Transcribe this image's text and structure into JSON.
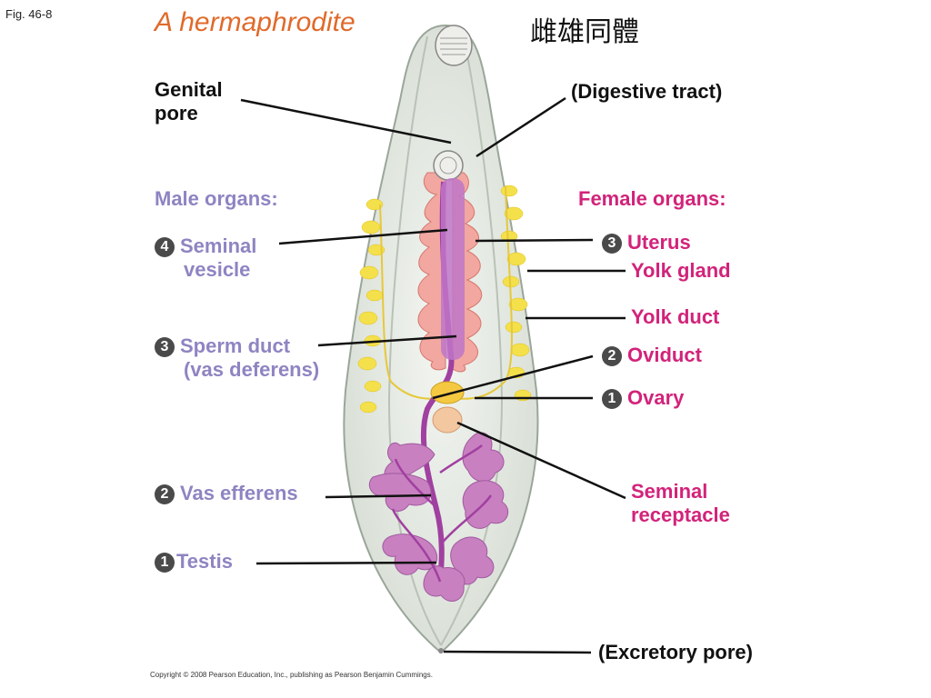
{
  "fig_label": "Fig. 46-8",
  "title": "A hermaphrodite",
  "title_cjk": "雌雄同體",
  "labels": {
    "genital_pore": [
      "Genital",
      "pore"
    ],
    "digestive_tract": "(Digestive tract)",
    "male_heading": "Male organs:",
    "female_heading": "Female organs:",
    "seminal_vesicle": {
      "num": "4",
      "lines": [
        "Seminal",
        "vesicle"
      ]
    },
    "sperm_duct": {
      "num": "3",
      "lines": [
        "Sperm duct",
        "(vas deferens)"
      ]
    },
    "vas_efferens": {
      "num": "2",
      "text": "Vas efferens"
    },
    "testis": {
      "num": "1",
      "text": "Testis"
    },
    "uterus": {
      "num": "3",
      "text": "Uterus"
    },
    "yolk_gland": "Yolk gland",
    "yolk_duct": "Yolk duct",
    "oviduct": {
      "num": "2",
      "text": "Oviduct"
    },
    "ovary": {
      "num": "1",
      "text": "Ovary"
    },
    "seminal_receptacle": [
      "Seminal",
      "receptacle"
    ],
    "excretory_pore": "(Excretory pore)"
  },
  "copyright": "Copyright © 2008 Pearson Education, Inc., publishing as Pearson Benjamin Cummings.",
  "colors": {
    "title": "#e06a2a",
    "male": "#8f84c2",
    "female": "#d2237a",
    "body": "#e4e8e2",
    "uterus": "#f2a7a0",
    "testis": "#c880c0",
    "yolk": "#f4e04a",
    "ovary": "#f5c842"
  }
}
